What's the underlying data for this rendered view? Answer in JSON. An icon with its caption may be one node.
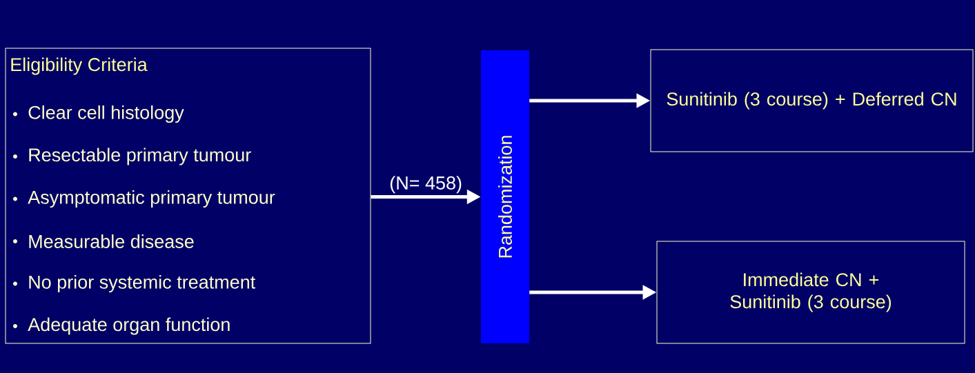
{
  "diagram": {
    "nodes": [
      {
        "text": [
          "Eligibility Criteria",
          "Clear cell histology",
          "Resectable primary tumour",
          "Asymptomatic primary tumour",
          "Measurable disease",
          "No prior systemic treatment",
          "Adequate organ function"
        ]
      },
      {
        "text": [
          "Randomization"
        ]
      },
      {
        "text": [
          "Sunitinib (3 course) + Deferred CN"
        ]
      },
      {
        "text": [
          "Immediate CN + Sunitinib (3 course)"
        ]
      }
    ],
    "edges": [
      {
        "from": 0,
        "to": 1,
        "arrow": "to",
        "label": "(N= 458)"
      },
      {
        "from": 1,
        "to": 2,
        "arrow": "to"
      },
      {
        "from": 1,
        "to": 3,
        "arrow": "to"
      }
    ]
  }
}
